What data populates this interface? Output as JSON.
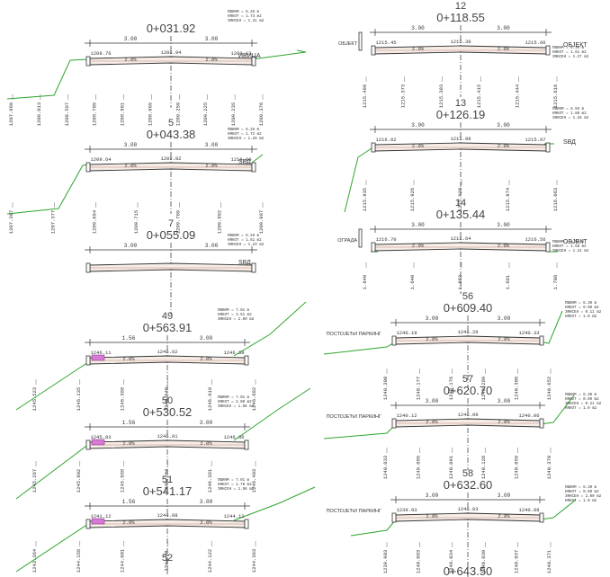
{
  "sections": [
    {
      "num": "",
      "station": "0+031.92",
      "width_l": "3.00",
      "width_r": "3.00",
      "elev_l": "1208.76",
      "elev_c": "1208.94",
      "elev_r": "1209.12",
      "slope_l": "2.0%",
      "slope_r": "2.0%",
      "label": "ИВИЦА",
      "notes": [
        "ПВИНМ = 6.26 m",
        "НЯКОТ = 1.73 m2",
        "ЗЯНСЕН = 1.31 m2"
      ],
      "bottom": [
        "1207.869",
        "1208.013",
        "1208.587",
        "1208.705",
        "1208.861",
        "1208.965",
        "1209.259",
        "1209.225",
        "1209.235",
        "1209.376"
      ]
    },
    {
      "num": "5",
      "station": "0+043.38",
      "width_l": "3.00",
      "width_r": "3.00",
      "elev_l": "1209.64",
      "elev_c": "1209.82",
      "elev_r": "1210.00",
      "slope_l": "2.0%",
      "slope_r": "2.0%",
      "label": "SВД",
      "notes": [
        "ПВИНМ = 6.26 m",
        "НЯКОТ = 1.72 m2",
        "ЗЯНСЕН = 1.26 m2"
      ],
      "bottom": [
        "1207.307",
        "1207.377",
        "1209.694",
        "1209.715",
        "1209.769",
        "1209.892",
        "1209.987"
      ]
    },
    {
      "num": "7",
      "station": "0+055.09",
      "width_l": "3.00",
      "width_r": "3.00",
      "label": "SВД",
      "notes": [
        "ПВИНМ = 6.26 m",
        "НЯКОТ = 1.61 m2",
        "ЗЯНСЕН = 1.23 m2"
      ]
    },
    {
      "num": "12",
      "station": "0+118.55",
      "width_l": "3.00",
      "width_r": "3.00",
      "elev_l": "1215.45",
      "elev_c": "1215.39",
      "elev_r": "1215.60",
      "slope_l": "2.0%",
      "slope_r": "2.0%",
      "label_l": "ОБЈЕКТ",
      "label": "ОБЈЕКТ",
      "notes": [
        "ПВИНМ = 6.30 m",
        "НЯКОТ = 1.61 m2",
        "ЗЯНСЕН = 1.27 m2"
      ],
      "bottom": [
        "1215.498",
        "1215.373",
        "1215.393",
        "1215.415",
        "1215.444",
        "1215.616"
      ]
    },
    {
      "num": "13",
      "station": "0+126.19",
      "width_l": "3.00",
      "width_r": "3.00",
      "elev_l": "1216.02",
      "elev_c": "1215.98",
      "elev_r": "1215.97",
      "slope_l": "2.0%",
      "slope_r": "2.0%",
      "label": "SВД",
      "notes": [
        "ПВИНМ = 6.56 m",
        "НЯКОТ = 1.60 m2",
        "ЗЯНСЕН = 1.26 m2"
      ],
      "bottom": [
        "1215.935",
        "1215.926",
        "1215.920",
        "1215.974",
        "1216.063"
      ]
    },
    {
      "num": "14",
      "station": "0+135.44",
      "width_l": "3.00",
      "width_r": "3.00",
      "elev_l": "1216.70",
      "elev_c": "1216.64",
      "elev_r": "1216.56",
      "slope_l": "2.0%",
      "slope_r": "2.0%",
      "label_l": "ОГРАДА",
      "label": "ОБЈЕКТ",
      "notes": [
        "ПВИНМ = 6.56 m",
        "НЯКОТ = 1.58 m2",
        "ЗЯНСЕН = 1.31 m2"
      ],
      "bottom": [
        "1.649",
        "1.640",
        "1.662",
        "1.681",
        "1.708"
      ]
    },
    {
      "num": "49",
      "station": "0+563.91",
      "width_l": "1.56",
      "width_r": "3.00",
      "elev_l": "1246.11",
      "elev_c": "1246.62",
      "elev_r": "1246.59",
      "slope_l": "2.0%",
      "slope_r": "2.0%",
      "notes": [
        "ПВИНМ = 7.01 m",
        "НЯКОТ = 3.61 m2",
        "ЗЯНСЕН = 2.00 m2"
      ],
      "bottom": [
        "1245.523",
        "1246.135",
        "1246.388",
        "1246.549",
        "1246.618",
        "1246.682"
      ]
    },
    {
      "num": "50",
      "station": "0+530.52",
      "width_l": "1.56",
      "width_r": "3.00",
      "elev_l": "1245.83",
      "elev_c": "1246.01",
      "elev_r": "1246.36",
      "slope_l": "2.0%",
      "slope_r": "2.0%",
      "notes": [
        "ПВИНМ = 7.01 m",
        "НЯКОТ = 2.00 m2",
        "ЗЯНСЕН = 1.98 m2"
      ],
      "bottom": [
        "1245.267",
        "1245.802",
        "1245.888",
        "1246.194",
        "1246.381",
        "1246.403"
      ]
    },
    {
      "num": "51",
      "station": "0+541.17",
      "width_l": "1.56",
      "width_r": "3.00",
      "elev_l": "1241.12",
      "elev_c": "1244.08",
      "elev_r": "1244.12",
      "slope_l": "2.0%",
      "slope_r": "2.0%",
      "notes": [
        "ПВИНМ = 7.01 m",
        "НЯКОТ = 1.78 m2",
        "ЗЯНСЕН = 1.98 m2"
      ],
      "bottom": [
        "1243.364",
        "1244.156",
        "1244.001",
        "1244.08",
        "1244.122",
        "1244.363"
      ]
    },
    {
      "num": "52",
      "station": "",
      "notes": []
    },
    {
      "num": "56",
      "station": "0+609.40",
      "width_l": "3.00",
      "width_r": "3.00",
      "elev_l": "1240.19",
      "elev_c": "1240.29",
      "elev_r": "1240.33",
      "slope_l": "2.0%",
      "slope_r": "2.0%",
      "label_l": "ПОСТОЈЕЋИ ПАРКИНГ",
      "notes": [
        "ПВИНМ = 6.30 m",
        "НЯКОТ = 0.09 m2",
        "ЗЯНСЕН = 0.11 m2",
        "НЯКОТ = 1.0 m2"
      ],
      "bottom": [
        "1240.300",
        "1240.177",
        "1240.176",
        "1240.289",
        "1240.308",
        "1240.652"
      ]
    },
    {
      "num": "57",
      "station": "0+620.70",
      "width_l": "3.00",
      "width_r": "3.00",
      "elev_l": "1240.12",
      "elev_c": "1240.09",
      "elev_r": "1240.06",
      "slope_l": "2.0%",
      "slope_r": "2.0%",
      "label_l": "ПОСТОЈЕЋИ ПАРКИНГ",
      "notes": [
        "ПВИНМ = 6.30 m",
        "НЯКОТ = 0.09 m2",
        "ЗЯНСЕН = 0.21 m2",
        "НЯКОТ = 1.0 m2"
      ],
      "bottom": [
        "1240.033",
        "1240.085",
        "1240.091",
        "1240.126",
        "1240.059",
        "1240.370"
      ]
    },
    {
      "num": "58",
      "station": "0+632.60",
      "width_l": "3.00",
      "width_r": "3.00",
      "elev_l": "1239.93",
      "elev_c": "1240.03",
      "elev_r": "1240.08",
      "slope_l": "2.0%",
      "slope_r": "2.0%",
      "label_l": "ПОСТОЈЕЋИ ПАРКИНГ",
      "notes": [
        "ПВИНМ = 6.30 m",
        "НЯКОТ = 0.09 m2",
        "ЗЯНСЕН = 2.00 m2",
        "НЯКОТ = 1.0 m2"
      ],
      "bottom": [
        "1239.903",
        "1240.083",
        "1240.034",
        "1240.039",
        "1240.037",
        "1240.371"
      ]
    },
    {
      "num": "",
      "station": "0+643.50",
      "notes": []
    }
  ]
}
